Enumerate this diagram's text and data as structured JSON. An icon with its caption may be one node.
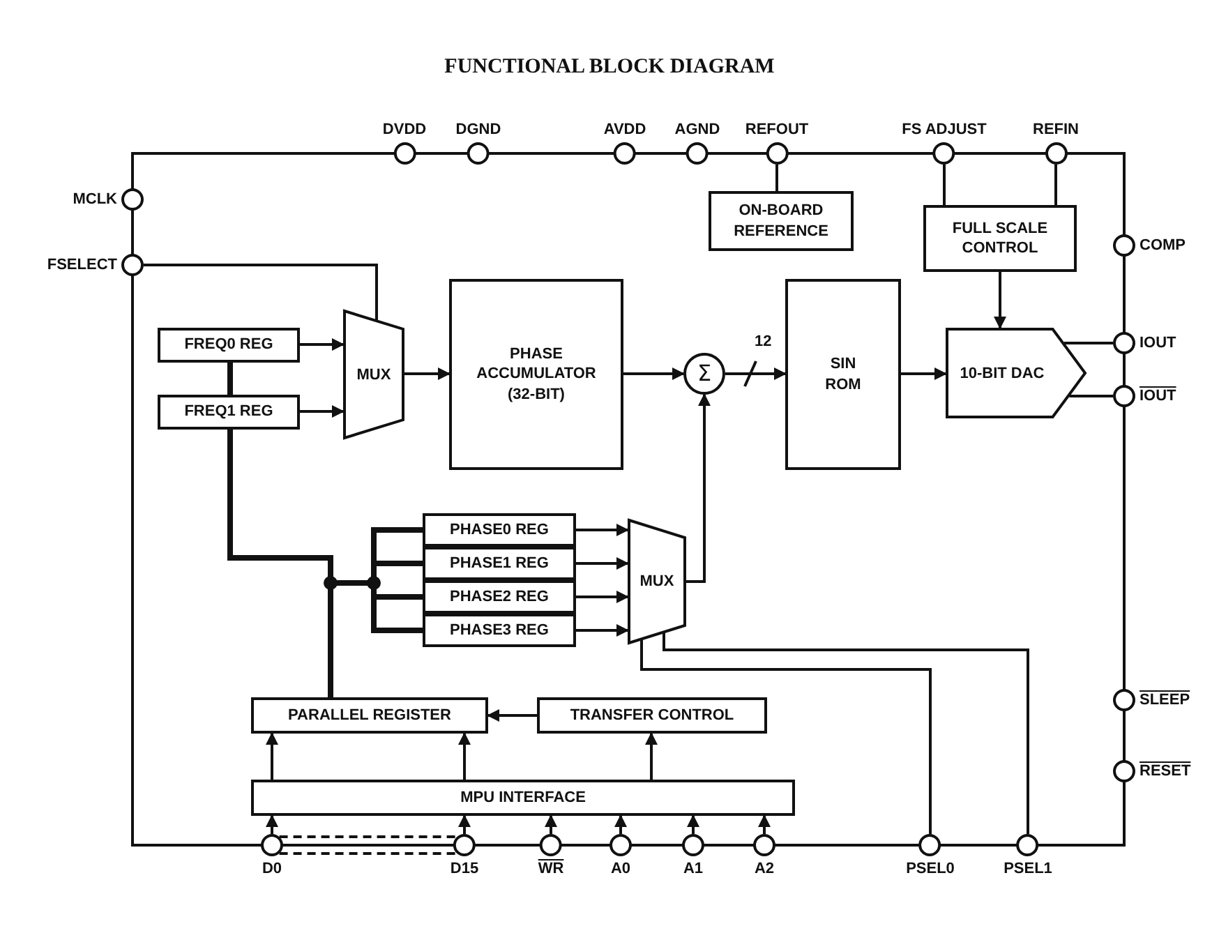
{
  "diagram": {
    "title": "FUNCTIONAL BLOCK DIAGRAM",
    "nodes": [
      {
        "text": [],
        "shape": "box"
      },
      {
        "text": [
          "DVDD"
        ]
      },
      {
        "text": [
          "DGND"
        ]
      },
      {
        "text": [
          "AVDD"
        ]
      },
      {
        "text": [
          "AGND"
        ]
      },
      {
        "text": [
          "REFOUT"
        ]
      },
      {
        "text": [
          "FS ADJUST"
        ]
      },
      {
        "text": [
          "REFIN"
        ]
      },
      {
        "text": [
          "MCLK"
        ]
      },
      {
        "text": [
          "FSELECT"
        ]
      },
      {
        "text": [
          "ON-BOARD REFERENCE"
        ],
        "in": 0
      },
      {
        "text": [
          "FULL SCALE CONTROL"
        ],
        "in": 0
      },
      {
        "text": [
          "COMP"
        ]
      },
      {
        "text": [
          "FREQ0 REG"
        ],
        "in": 0
      },
      {
        "text": [
          "MUX"
        ],
        "in": 0
      },
      {
        "text": [
          "PHASE ACCUMULATOR (32-BIT)"
        ],
        "in": 0
      },
      {
        "text": [
          "Σ"
        ],
        "in": 0
      },
      {
        "text": [
          "SIN ROM"
        ],
        "in": 0
      },
      {
        "text": [
          "10-BIT DAC"
        ],
        "in": 0
      },
      {
        "text": [
          "IOUT"
        ]
      },
      {
        "text": [
          "FREQ1 REG"
        ],
        "in": 0
      },
      {
        "text": [
          "IOUT"
        ]
      },
      {
        "text": [
          "PHASE0 REG"
        ],
        "in": 0
      },
      {
        "text": [
          "PHASE1 REG"
        ],
        "in": 0
      },
      {
        "text": [
          "PHASE2 REG"
        ],
        "in": 0
      },
      {
        "text": [
          "PHASE3 REG"
        ],
        "in": 0
      },
      {
        "text": [
          "MUX"
        ],
        "in": 0
      },
      {
        "text": [
          "PARALLEL REGISTER"
        ],
        "in": 0
      },
      {
        "text": [
          "TRANSFER CONTROL"
        ],
        "in": 0
      },
      {
        "text": [
          "SLEEP"
        ]
      },
      {
        "text": [
          "RESET"
        ]
      },
      {
        "text": [
          "MPU INTERFACE"
        ],
        "in": 0
      },
      {
        "text": [
          "D0"
        ]
      },
      {
        "text": [
          "D15"
        ]
      },
      {
        "text": [
          "WR"
        ]
      },
      {
        "text": [
          "A0"
        ]
      },
      {
        "text": [
          "A1"
        ]
      },
      {
        "text": [
          "A2"
        ]
      },
      {
        "text": [
          "PSEL0"
        ]
      },
      {
        "text": [
          "PSEL1"
        ]
      }
    ],
    "edges": [
      {
        "from": 9,
        "to": 14,
        "arrow": "none"
      },
      {
        "from": 13,
        "to": 14,
        "arrow": "to"
      },
      {
        "from": 20,
        "to": 14,
        "arrow": "to"
      },
      {
        "from": 14,
        "to": 15,
        "arrow": "to"
      },
      {
        "from": 15,
        "to": 16,
        "arrow": "to"
      },
      {
        "from": 16,
        "to": 17,
        "arrow": "to",
        "label": "12"
      },
      {
        "from": 17,
        "to": 18,
        "arrow": "to"
      },
      {
        "from": 11,
        "to": 18,
        "arrow": "to"
      },
      {
        "from": 6,
        "to": 11,
        "arrow": "none"
      },
      {
        "from": 7,
        "to": 11,
        "arrow": "none"
      },
      {
        "from": 5,
        "to": 10,
        "arrow": "none"
      },
      {
        "from": 18,
        "to": 19,
        "arrow": "none"
      },
      {
        "from": 18,
        "to": 21,
        "arrow": "none"
      },
      {
        "from": 26,
        "to": 16,
        "arrow": "to"
      },
      {
        "from": 22,
        "to": 26,
        "arrow": "to"
      },
      {
        "from": 23,
        "to": 26,
        "arrow": "to"
      },
      {
        "from": 24,
        "to": 26,
        "arrow": "to"
      },
      {
        "from": 25,
        "to": 26,
        "arrow": "to"
      },
      {
        "from": 38,
        "to": 26,
        "arrow": "none"
      },
      {
        "from": 39,
        "to": 26,
        "arrow": "none"
      },
      {
        "from": 28,
        "to": 27,
        "arrow": "to"
      },
      {
        "from": 31,
        "to": 28,
        "arrow": "to"
      },
      {
        "from": 34,
        "to": 31,
        "arrow": "to"
      },
      {
        "from": 35,
        "to": 31,
        "arrow": "to"
      },
      {
        "from": 36,
        "to": 31,
        "arrow": "to"
      },
      {
        "from": 37,
        "to": 31,
        "arrow": "to"
      },
      {
        "from": 32,
        "to": 31,
        "arrow": "to"
      },
      {
        "from": 33,
        "to": 31,
        "arrow": "to"
      },
      {
        "from": 31,
        "to": 27,
        "arrow": "to"
      },
      {
        "from": 31,
        "to": 27,
        "arrow": "to"
      },
      {
        "from": 32,
        "to": 33,
        "arrow": "none",
        "style": "dashed"
      },
      {
        "from": 32,
        "to": 33,
        "arrow": "none",
        "style": "dashed"
      },
      {
        "from": 27,
        "to": 20,
        "arrow": "none",
        "style": "thick"
      },
      {
        "from": 20,
        "to": 13,
        "arrow": "none",
        "style": "thick"
      },
      {
        "from": 27,
        "to": 22,
        "arrow": "none",
        "style": "thick"
      },
      {
        "from": 27,
        "to": 23,
        "arrow": "none",
        "style": "thick"
      },
      {
        "from": 27,
        "to": 24,
        "arrow": "none",
        "style": "thick"
      },
      {
        "from": 27,
        "to": 25,
        "arrow": "none",
        "style": "thick"
      }
    ]
  }
}
